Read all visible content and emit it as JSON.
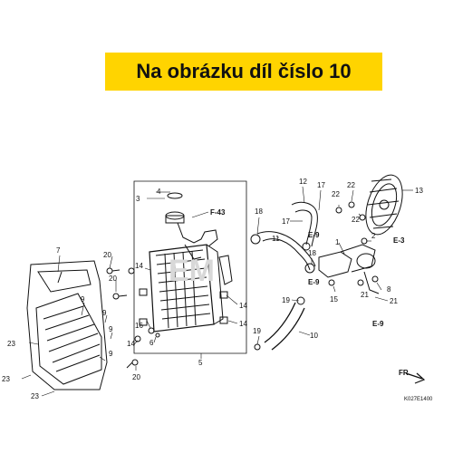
{
  "banner": {
    "text": "Na obrázku díl číslo 10",
    "color": "#ffd400"
  },
  "part_labels": [
    "1",
    "2",
    "3",
    "4",
    "5",
    "6",
    "7",
    "8",
    "9",
    "10",
    "11",
    "12",
    "13",
    "14",
    "15",
    "16",
    "17",
    "18",
    "19",
    "20",
    "21",
    "22",
    "23"
  ],
  "reference_labels": [
    "F-43",
    "E-3",
    "E-9"
  ],
  "direction_arrow": "FR.",
  "diagram_code": "K027E1400",
  "watermark": "EM"
}
